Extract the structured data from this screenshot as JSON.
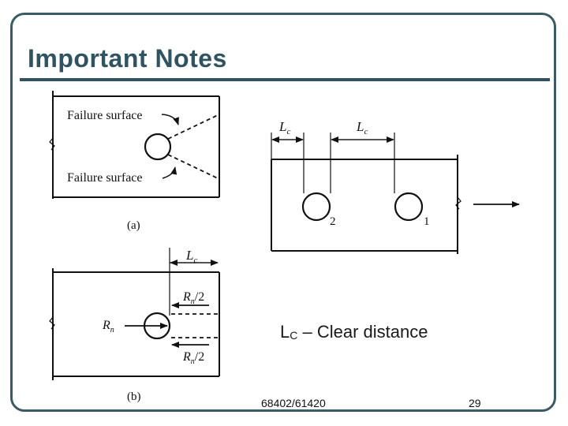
{
  "slide": {
    "title": "Important Notes",
    "footer_code": "68402/61420",
    "page_number": "29"
  },
  "diagram": {
    "panel_a": {
      "label": "(a)",
      "failure_top": "Failure surface",
      "failure_bottom": "Failure surface"
    },
    "panel_b": {
      "label": "(b)",
      "lc_L": "L",
      "lc_sub": "c",
      "rn_top_R": "R",
      "rn_top_sub": "n",
      "rn_top_div": "/2",
      "rn_mid_R": "R",
      "rn_mid_sub": "n",
      "rn_bot_R": "R",
      "rn_bot_sub": "n",
      "rn_bot_div": "/2"
    },
    "panel_right": {
      "lc1_L": "L",
      "lc1_sub": "c",
      "lc2_L": "L",
      "lc2_sub": "c",
      "hole_2": "2",
      "hole_1": "1"
    }
  },
  "note": {
    "prefix": "L",
    "sub": "C",
    "text": " – Clear distance"
  }
}
